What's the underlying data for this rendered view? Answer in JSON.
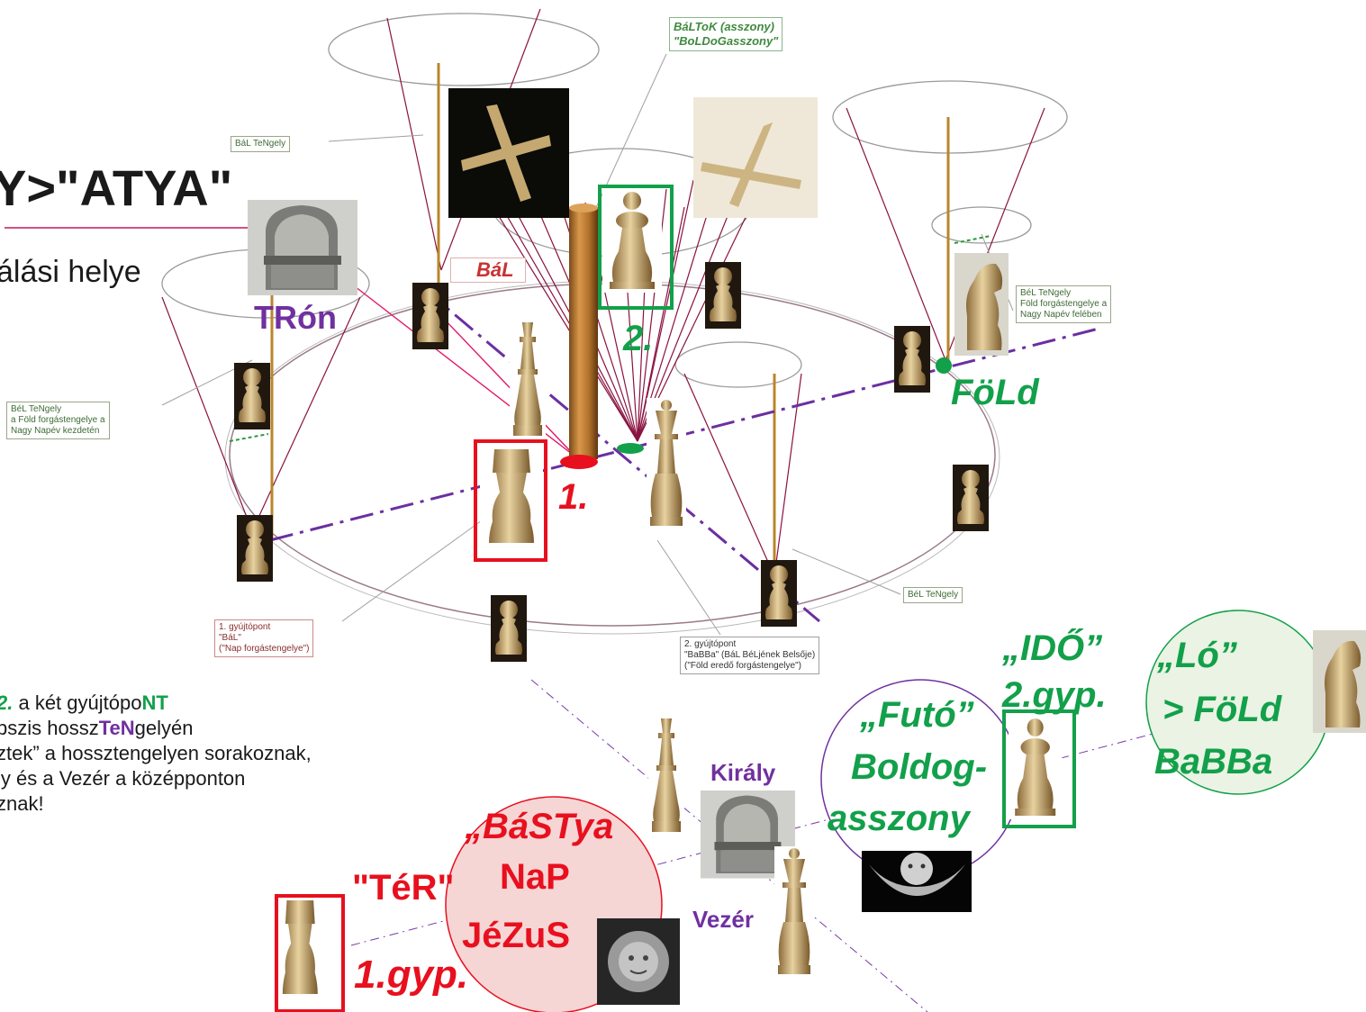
{
  "heading": {
    "title": "Y>\"ATYA\"",
    "subtitle": "álási helye"
  },
  "labels": {
    "tron": "TRón",
    "bal": "BáL",
    "one": "1.",
    "two": "2.",
    "fold": "FöLd",
    "kiraly": "Király",
    "vezer": "Vezér"
  },
  "callouts": {
    "baltok": [
      "BáLToK (asszony)",
      "\"BoLDoGasszony\""
    ],
    "bal_tengely_top": "BáL TeNgely",
    "bal_tengely_left": [
      "BéL TeNgely",
      "a Föld forgástengelye a",
      "Nagy Napév kezdetén"
    ],
    "bal_tengely_right": [
      "BéL TeNgely",
      "Föld forgástengelye a",
      "Nagy Napév felében"
    ],
    "bal_tengely_lower": "BéL TeNgely",
    "focus1": [
      "1. gyújtópont",
      "\"BáL\"",
      "(\"Nap forgástengelye\")"
    ],
    "focus2": [
      "2. gyújtópont",
      "\"BaBBa\" (BáL BéLjének Belsője)",
      "(\"Föld eredő forgástengelye\")"
    ]
  },
  "paragraph": {
    "line1_num": "2.",
    "line1_a": " a két gyújtópo",
    "line1_b": "NT",
    "line2_a": "pszis hossz",
    "line2_b": "TeN",
    "line2_c": "gelyén",
    "line3": "ztek” a hossztengelyen sorakoznak,",
    "line4": "ly és a Vezér a középponton",
    "line5": "znak!"
  },
  "circles": {
    "bastya": [
      "„BáSTya",
      "NaP",
      "JéZuS"
    ],
    "ter": "\"TéR\"",
    "gyp1": "1.gyp.",
    "futo": [
      "„Futó”",
      "Boldog-",
      "asszony"
    ],
    "ido": [
      "„IDŐ”",
      "2.gyp."
    ],
    "lo": [
      "„Ló”",
      "> FöLd",
      "BaBBa"
    ]
  },
  "colors": {
    "red": "#e8101e",
    "green": "#12a04a",
    "purple": "#7030a0",
    "wood": "#b87a2c"
  }
}
